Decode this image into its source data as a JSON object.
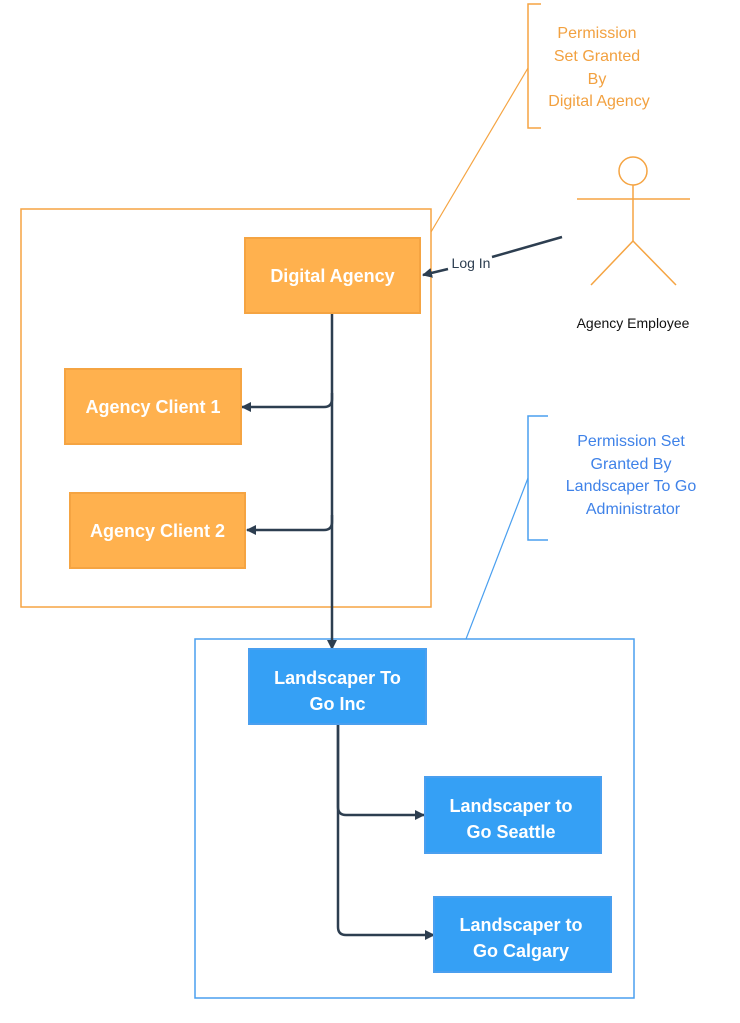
{
  "colors": {
    "orange_fill": "#ffb14e",
    "orange_stroke": "#f5a442",
    "orange_text": "#f2a140",
    "blue_fill": "#35a0f5",
    "blue_stroke": "#4a9fef",
    "blue_text": "#3f82e8",
    "connector": "#2d3e50"
  },
  "nodes": {
    "digital_agency": "Digital Agency",
    "agency_client_1": "Agency Client 1",
    "agency_client_2": "Agency Client 2",
    "landscaper_inc": {
      "line1": "Landscaper To",
      "line2": "Go Inc"
    },
    "landscaper_seattle": {
      "line1": "Landscaper to",
      "line2": "Go Seattle"
    },
    "landscaper_calgary": {
      "line1": "Landscaper to",
      "line2": "Go Calgary"
    }
  },
  "notes": {
    "agency_permission": [
      "Permission",
      "Set Granted",
      "By",
      "Digital Agency"
    ],
    "landscaper_permission": [
      "Permission Set",
      "Granted By",
      "Landscaper To Go",
      "Administrator"
    ]
  },
  "actor": {
    "label": "Agency Employee",
    "icon": "stick-figure-icon"
  },
  "edges": {
    "login_label": "Log In"
  }
}
